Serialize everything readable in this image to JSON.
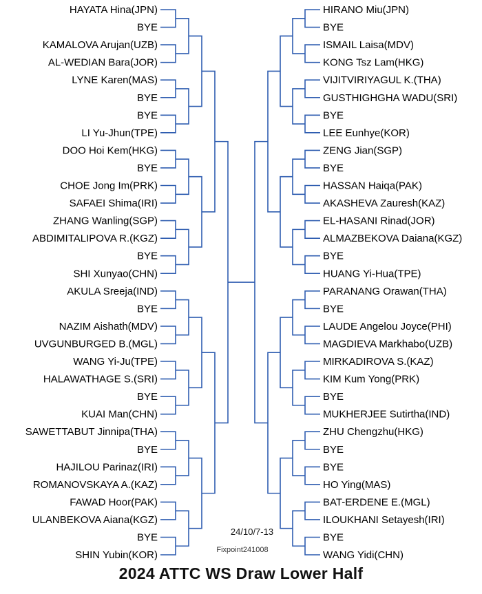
{
  "title": "2024 ATTC WS Draw Lower Half",
  "date": "24/10/7-13",
  "credit": "Fixpoint241008",
  "colors": {
    "line": "#2f5db0",
    "text": "#000000"
  },
  "left_players": [
    "HAYATA Hina(JPN)",
    "BYE",
    "KAMALOVA Arujan(UZB)",
    "AL-WEDIAN Bara(JOR)",
    "LYNE Karen(MAS)",
    "BYE",
    "BYE",
    "LI Yu-Jhun(TPE)",
    "DOO Hoi Kem(HKG)",
    "BYE",
    "CHOE Jong Im(PRK)",
    "SAFAEI Shima(IRI)",
    "ZHANG Wanling(SGP)",
    "ABDIMITALIPOVA R.(KGZ)",
    "BYE",
    "SHI Xunyao(CHN)",
    "AKULA Sreeja(IND)",
    "BYE",
    "NAZIM Aishath(MDV)",
    "UVGUNBURGED B.(MGL)",
    "WANG Yi-Ju(TPE)",
    "HALAWATHAGE S.(SRI)",
    "BYE",
    "KUAI Man(CHN)",
    "SAWETTABUT Jinnipa(THA)",
    "BYE",
    "HAJILOU Parinaz(IRI)",
    "ROMANOVSKAYA A.(KAZ)",
    "FAWAD Hoor(PAK)",
    "ULANBEKOVA Aiana(KGZ)",
    "BYE",
    "SHIN Yubin(KOR)"
  ],
  "right_players": [
    "HIRANO Miu(JPN)",
    "BYE",
    "ISMAIL Laisa(MDV)",
    "KONG Tsz Lam(HKG)",
    "VIJITVIRIYAGUL K.(THA)",
    "GUSTHIGHGHA WADU(SRI)",
    "BYE",
    "LEE Eunhye(KOR)",
    "ZENG Jian(SGP)",
    "BYE",
    "HASSAN Haiqa(PAK)",
    "AKASHEVA Zauresh(KAZ)",
    "EL-HASANI Rinad(JOR)",
    "ALMAZBEKOVA Daiana(KGZ)",
    "BYE",
    "HUANG Yi-Hua(TPE)",
    "PARANANG Orawan(THA)",
    "BYE",
    "LAUDE Angelou Joyce(PHI)",
    "MAGDIEVA Markhabo(UZB)",
    "MIRKADIROVA S.(KAZ)",
    "KIM Kum Yong(PRK)",
    "BYE",
    "MUKHERJEE Sutirtha(IND)",
    "ZHU Chengzhu(HKG)",
    "BYE",
    "BYE",
    "HO Ying(MAS)",
    "BAT-ERDENE E.(MGL)",
    "ILOUKHANI Setayesh(IRI)",
    "BYE",
    "WANG Yidi(CHN)"
  ]
}
